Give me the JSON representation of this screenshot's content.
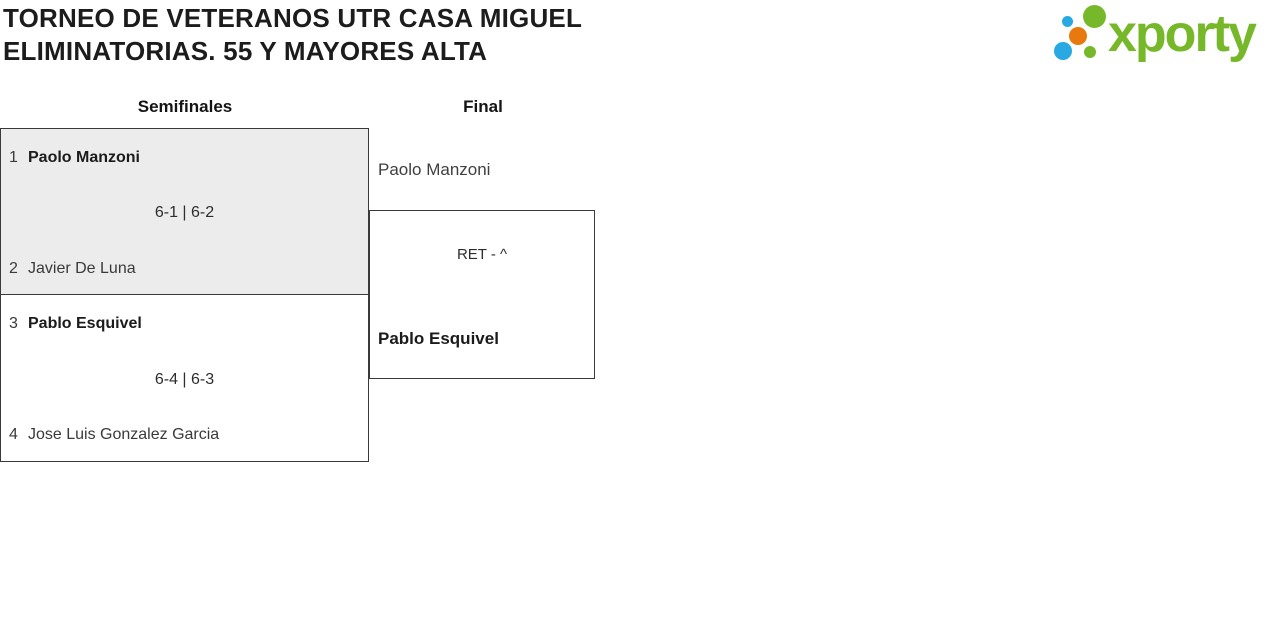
{
  "header": {
    "title_line1": "TORNEO DE VETERANOS UTR CASA MIGUEL",
    "title_line2": "ELIMINATORIAS. 55 Y MAYORES ALTA"
  },
  "logo": {
    "wordmark": "xporty",
    "colors": {
      "green": "#76b82a",
      "blue": "#29a9e1",
      "orange": "#e8790f"
    }
  },
  "bracket": {
    "rounds": [
      {
        "label": "Semifinales"
      },
      {
        "label": "Final"
      }
    ],
    "matches": {
      "semifinal_1": {
        "player1_seed": "1",
        "player1_name": "Paolo Manzoni",
        "score": "6-1 | 6-2",
        "player2_seed": "2",
        "player2_name": "Javier De Luna"
      },
      "semifinal_2": {
        "player1_seed": "3",
        "player1_name": "Pablo Esquivel",
        "score": "6-4 | 6-3",
        "player2_seed": "4",
        "player2_name": "Jose Luis Gonzalez Garcia"
      },
      "final": {
        "player1_name": "Paolo Manzoni",
        "score": "RET - ^",
        "player2_name": "Pablo Esquivel"
      }
    }
  }
}
